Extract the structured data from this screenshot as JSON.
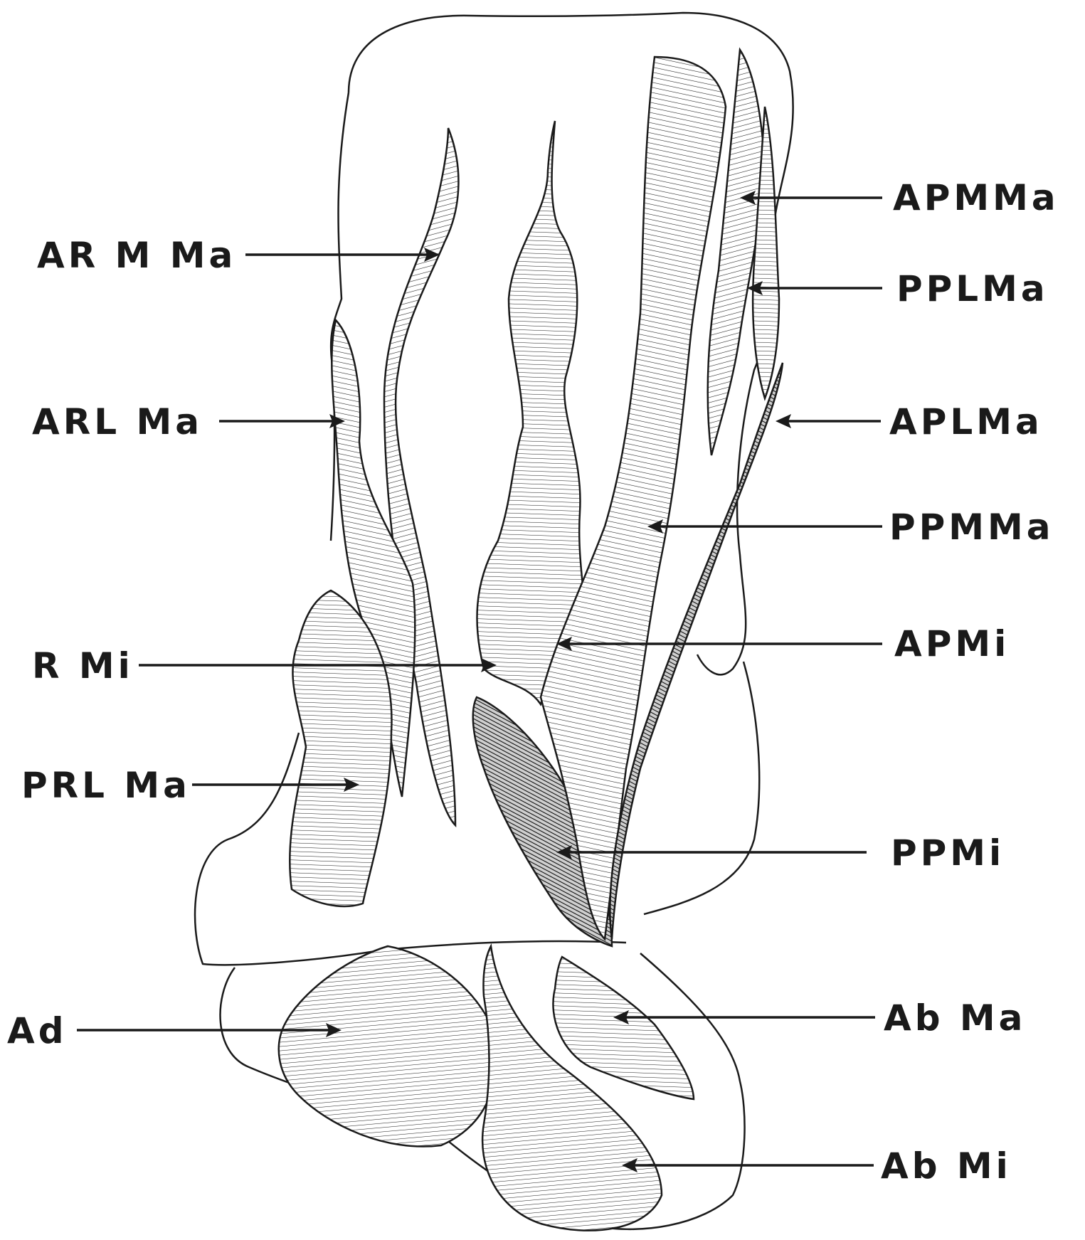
{
  "labels": {
    "apmma": "APMMa",
    "ppma": "PPLMa",
    "aplma": "APLMa",
    "ppmma": "PPMMa",
    "apmi": "APMi",
    "ppmi": "PPMi",
    "abma": "Ab Ma",
    "abmi": "Ab Mi",
    "armma": "AR M Ma",
    "arlma": "ARL Ma",
    "rmi": "R Mi",
    "prlma": "PRL Ma",
    "ad": "Ad"
  }
}
